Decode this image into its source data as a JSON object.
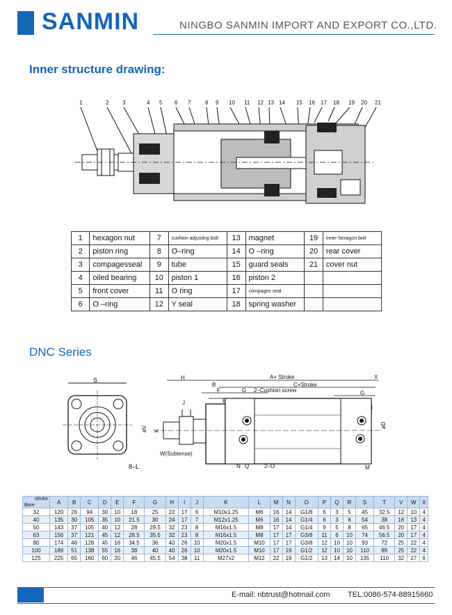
{
  "header": {
    "logo": "SANMIN",
    "company": "NINGBO SANMIN IMPORT AND EXPORT CO.,LTD."
  },
  "section1": "Inner structure drawing:",
  "part_numbers": [
    "1",
    "2",
    "3",
    "4",
    "5",
    "6",
    "7",
    "8",
    "9",
    "10",
    "11",
    "12",
    "13",
    "14",
    "15",
    "16",
    "17",
    "18",
    "19",
    "20",
    "21"
  ],
  "parts_table": [
    [
      {
        "n": "1",
        "t": "hexagon nut"
      },
      {
        "n": "7",
        "t": "cushion adjusting bolt",
        "small": true
      },
      {
        "n": "13",
        "t": "magnet"
      },
      {
        "n": "19",
        "t": "inner hexagon bolt",
        "small": true
      }
    ],
    [
      {
        "n": "2",
        "t": "piston ring"
      },
      {
        "n": "8",
        "t": "O–ring"
      },
      {
        "n": "14",
        "t": "O –ring"
      },
      {
        "n": "20",
        "t": "rear cover"
      }
    ],
    [
      {
        "n": "3",
        "t": "compagesseal"
      },
      {
        "n": "9",
        "t": "tube"
      },
      {
        "n": "15",
        "t": "guard seals"
      },
      {
        "n": "21",
        "t": "cover nut"
      }
    ],
    [
      {
        "n": "4",
        "t": "oiled bearing"
      },
      {
        "n": "10",
        "t": "piston 1"
      },
      {
        "n": "16",
        "t": "piston 2"
      },
      {
        "n": "",
        "t": ""
      }
    ],
    [
      {
        "n": "5",
        "t": "front cover"
      },
      {
        "n": "11",
        "t": "O ring"
      },
      {
        "n": "17",
        "t": "compages seal",
        "small": true
      },
      {
        "n": "",
        "t": ""
      }
    ],
    [
      {
        "n": "6",
        "t": "O –ring"
      },
      {
        "n": "12",
        "t": "Y seal"
      },
      {
        "n": "18",
        "t": "spring washer"
      },
      {
        "n": "",
        "t": ""
      }
    ]
  ],
  "section2": "DNC Series",
  "drawing_labels": {
    "S": "S",
    "L8": "8–L",
    "H": "H",
    "B": "B",
    "F": "F",
    "E": "E",
    "G": "G",
    "J": "J",
    "K": "K",
    "V": "øV",
    "W": "W(Subtense)",
    "cushion": "2–Cushion screw",
    "AS": "A+ Stroke",
    "CS": "C+Stroke",
    "X": "X",
    "Q": "Q",
    "N": "N",
    "P": "P",
    "R": "R",
    "D": "øD",
    "M": "M",
    "O2": "2–O"
  },
  "dims_header": {
    "corner_top": "stroke",
    "corner_bottom": "Bore",
    "cols": [
      "A",
      "B",
      "C",
      "D",
      "E",
      "F",
      "G",
      "H",
      "I",
      "J",
      "K",
      "L",
      "M",
      "N",
      "O",
      "P",
      "Q",
      "R",
      "S",
      "T",
      "V",
      "W",
      "X"
    ]
  },
  "dims_rows": [
    [
      "32",
      "120",
      "26",
      "94",
      "30",
      "10",
      "18",
      "25",
      "22",
      "17",
      "6",
      "M10x1.25",
      "M6",
      "16",
      "14",
      "G1/8",
      "6",
      "3",
      "5",
      "45",
      "32.5",
      "12",
      "10",
      "4"
    ],
    [
      "40",
      "135",
      "30",
      "105",
      "35",
      "10",
      "21.5",
      "30",
      "24",
      "17",
      "7",
      "M12x1.25",
      "M6",
      "16",
      "14",
      "G1/4",
      "6",
      "3",
      "6",
      "54",
      "38",
      "16",
      "13",
      "4"
    ],
    [
      "50",
      "143",
      "37",
      "105",
      "40",
      "12",
      "28",
      "29.5",
      "32",
      "23",
      "8",
      "M16x1.5",
      "M8",
      "17",
      "14",
      "G1/4",
      "9",
      "5",
      "8",
      "65",
      "46.5",
      "20",
      "17",
      "4"
    ],
    [
      "63",
      "156",
      "37",
      "121",
      "45",
      "12",
      "28.5",
      "35.5",
      "32",
      "23",
      "8",
      "M16x1.5",
      "M8",
      "17",
      "17",
      "G3/8",
      "11",
      "6",
      "10",
      "74",
      "56.5",
      "20",
      "17",
      "4"
    ],
    [
      "80",
      "174",
      "46",
      "128",
      "45",
      "16",
      "34.5",
      "36",
      "40",
      "26",
      "10",
      "M20x1.5",
      "M10",
      "17",
      "17",
      "G3/8",
      "12",
      "10",
      "10",
      "93",
      "72",
      "25",
      "22",
      "4"
    ],
    [
      "100",
      "189",
      "51",
      "138",
      "55",
      "16",
      "38",
      "40",
      "40",
      "26",
      "10",
      "M20x1.5",
      "M10",
      "17",
      "19",
      "G1/2",
      "12",
      "10",
      "10",
      "110",
      "89",
      "25",
      "22",
      "4"
    ],
    [
      "125",
      "225",
      "65",
      "160",
      "60",
      "20",
      "46",
      "45.5",
      "54",
      "38",
      "11",
      "M27x2",
      "M12",
      "22",
      "19",
      "G1/2",
      "13",
      "14",
      "10",
      "135",
      "110",
      "32",
      "27",
      "6"
    ]
  ],
  "footer": {
    "email": "E-mail: nbtrust@hotmail.com",
    "tel": "TEL:0086-574-88915660"
  }
}
